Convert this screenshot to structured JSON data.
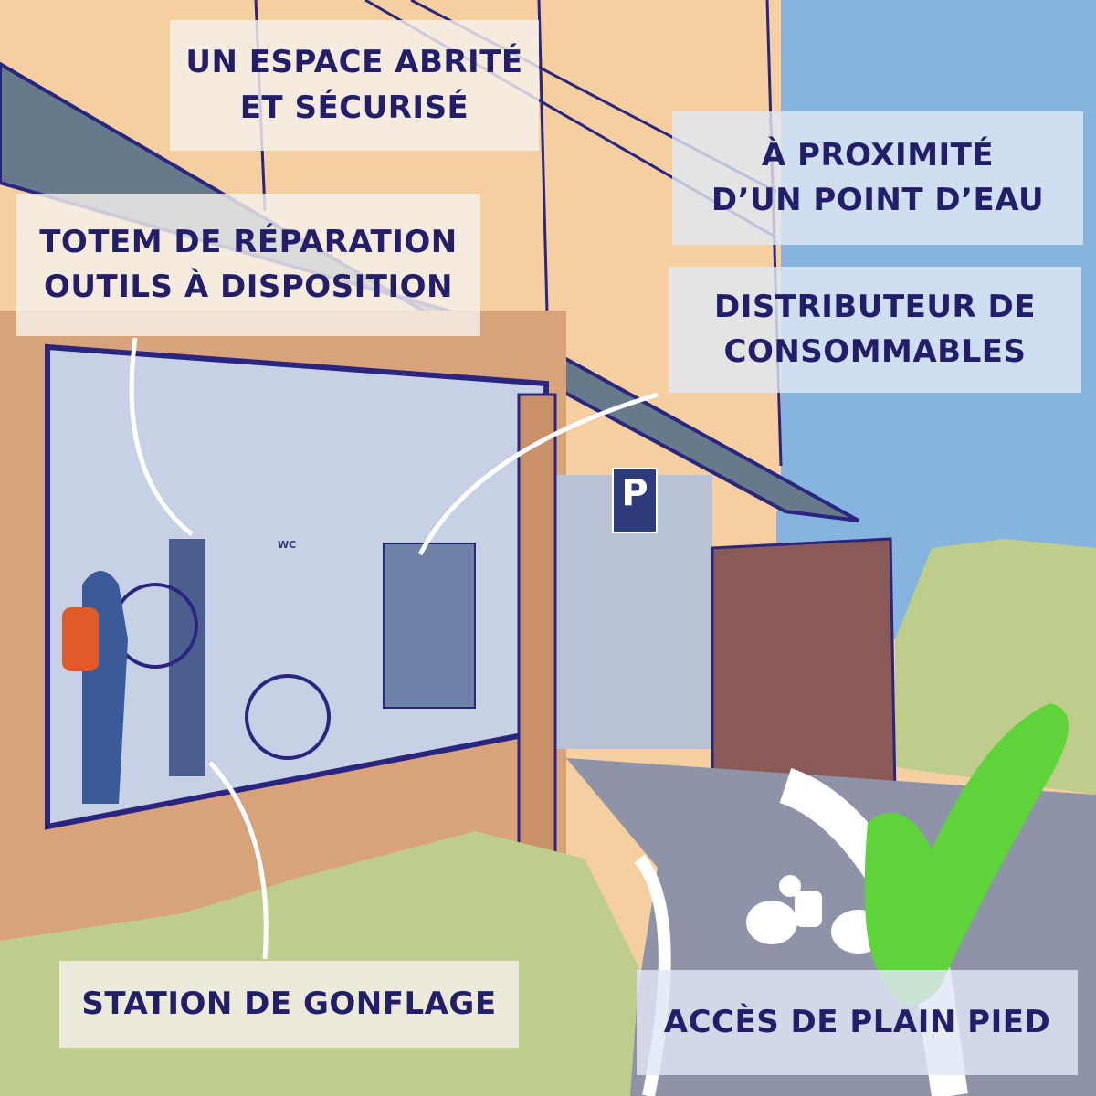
{
  "labels": {
    "shelter": [
      "UN ESPACE ABRITÉ",
      "ET SÉCURISÉ"
    ],
    "water": [
      "À PROXIMITÉ",
      "D’UN POINT D’EAU"
    ],
    "repair": [
      "TOTEM DE RÉPARATION",
      "OUTILS À DISPOSITION"
    ],
    "dispenser": [
      "DISTRIBUTEUR DE",
      "CONSOMMABLES"
    ],
    "pump": "STATION DE GONFLAGE",
    "access": "ACCÈS DE PLAIN PIED"
  },
  "signs": {
    "parking": "P",
    "wc": "WC"
  },
  "colors": {
    "text": "#231e6a",
    "building": "#f5cfa0",
    "sky": "#86b4df",
    "check": "#5fd33a",
    "bush": "#bfcd8c",
    "road": "#8e93a8"
  }
}
